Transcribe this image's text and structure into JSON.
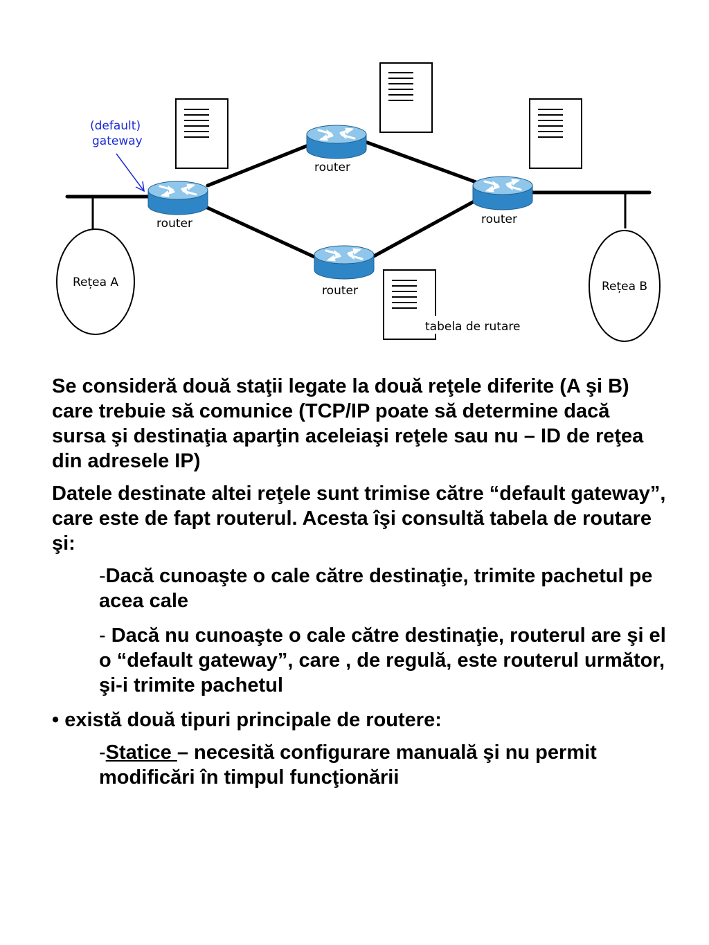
{
  "diagram": {
    "gateway_label_line1": "(default)",
    "gateway_label_line2": "gateway",
    "router_left": "router",
    "router_top": "router",
    "router_bottom": "router",
    "router_right": "router",
    "network_a": "Rețea A",
    "network_b": "Rețea B",
    "routing_table_label": "tabela de rutare",
    "colors": {
      "router_body": "#2f86c6",
      "router_top": "#8fc6ea",
      "gateway_text": "#1a2bd6"
    }
  },
  "text": {
    "p1": "Se consideră două staţii legate la două reţele diferite (A şi B) care trebuie să comunice (TCP/IP poate să determine dacă sursa şi destinaţia aparţin aceleiaşi reţele sau nu – ID de reţea din adresele IP)",
    "p2": "Datele destinate altei reţele sunt trimise către “default gateway”, care este de fapt routerul. Acesta îşi consultă tabela de routare şi:",
    "b1_dash": "-",
    "b1": "Dacă cunoaşte o cale către destinaţie, trimite pachetul pe acea cale",
    "b2_dash": "- ",
    "b2": "Dacă nu cunoaşte o cale către destinaţie, routerul are şi el o “default gateway”, care , de regulă, este routerul următor, şi-i trimite pachetul",
    "b3": "• există două tipuri principale de routere:",
    "b4_dash": "-",
    "b4_term": "Statice ",
    "b4_rest": "– necesită configurare manuală şi nu permit modificări în timpul funcţionării"
  }
}
